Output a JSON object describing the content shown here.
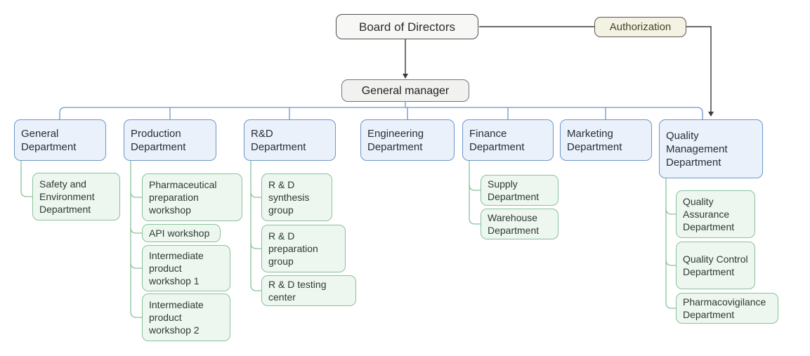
{
  "diagram": {
    "type": "org-chart",
    "root": "Board of Directors",
    "side_note": "Authorization",
    "level2": "General manager",
    "departments": [
      {
        "label": "General Department",
        "children": [
          "Safety and Environment Department"
        ]
      },
      {
        "label": "Production Department",
        "children": [
          "Pharmaceutical preparation workshop",
          "API workshop",
          "Intermediate product workshop 1",
          "Intermediate product workshop 2"
        ]
      },
      {
        "label": "R&D Department",
        "children": [
          "R & D synthesis group",
          "R & D preparation group",
          "R & D testing center"
        ]
      },
      {
        "label": "Engineering Department",
        "children": []
      },
      {
        "label": "Finance Department",
        "children": [
          "Supply Department",
          "Warehouse Department"
        ]
      },
      {
        "label": "Marketing Department",
        "children": []
      },
      {
        "label": "Quality Management Department",
        "children": [
          "Quality Assurance Department",
          "Quality Control Department",
          "Pharmacovigilance Department"
        ]
      }
    ],
    "colors": {
      "department_fill": "#eaf1fb",
      "department_border": "#6b96c9",
      "sub_fill": "#edf7f0",
      "sub_border": "#89c29a",
      "root_fill": "#f7f7f6",
      "root_border": "#4d4d4d",
      "manager_fill": "#f1f1f0",
      "manager_border": "#757575",
      "authorization_fill": "#f4f2e2",
      "authorization_border": "#59584c",
      "connector_blue": "#6b96c9",
      "connector_green": "#89c29a",
      "connector_black": "#3a3a3a"
    }
  }
}
